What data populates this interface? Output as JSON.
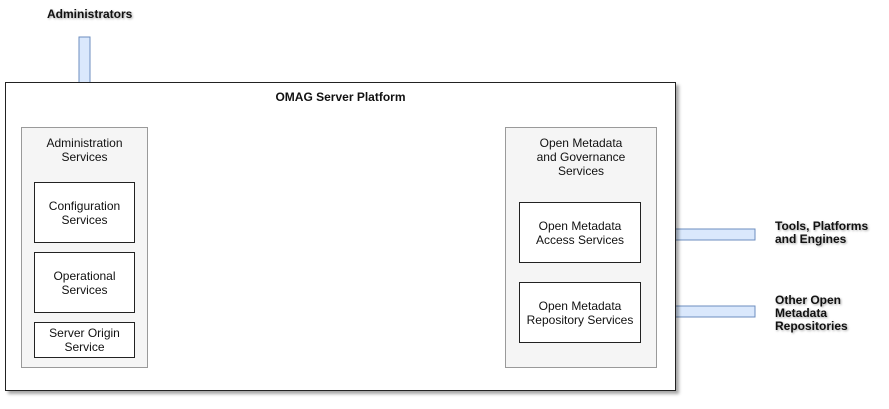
{
  "platform": {
    "title": "OMAG Server Platform"
  },
  "admin_group": {
    "title_line1": "Administration",
    "title_line2": "Services",
    "services": [
      {
        "line1": "Configuration",
        "line2": "Services"
      },
      {
        "line1": "Operational",
        "line2": "Services"
      },
      {
        "line1": "Server Origin",
        "line2": "Service"
      }
    ]
  },
  "omag_group": {
    "title_line1": "Open Metadata",
    "title_line2": "and Governance",
    "title_line3": "Services",
    "services": [
      {
        "line1": "Open Metadata",
        "line2": "Access Services"
      },
      {
        "line1": "Open Metadata",
        "line2": "Repository Services"
      }
    ]
  },
  "actors": {
    "administrators": "Administrators",
    "tools": {
      "line1": "Tools, Platforms",
      "line2": "and Engines"
    },
    "repositories": {
      "line1": "Other Open",
      "line2": "Metadata",
      "line3": "Repositories"
    }
  },
  "colors": {
    "arrow_fill": "#dae8fc",
    "arrow_stroke": "#6c8ebf",
    "group_fill": "#f5f5f5",
    "group_border": "#9a9a9a"
  }
}
